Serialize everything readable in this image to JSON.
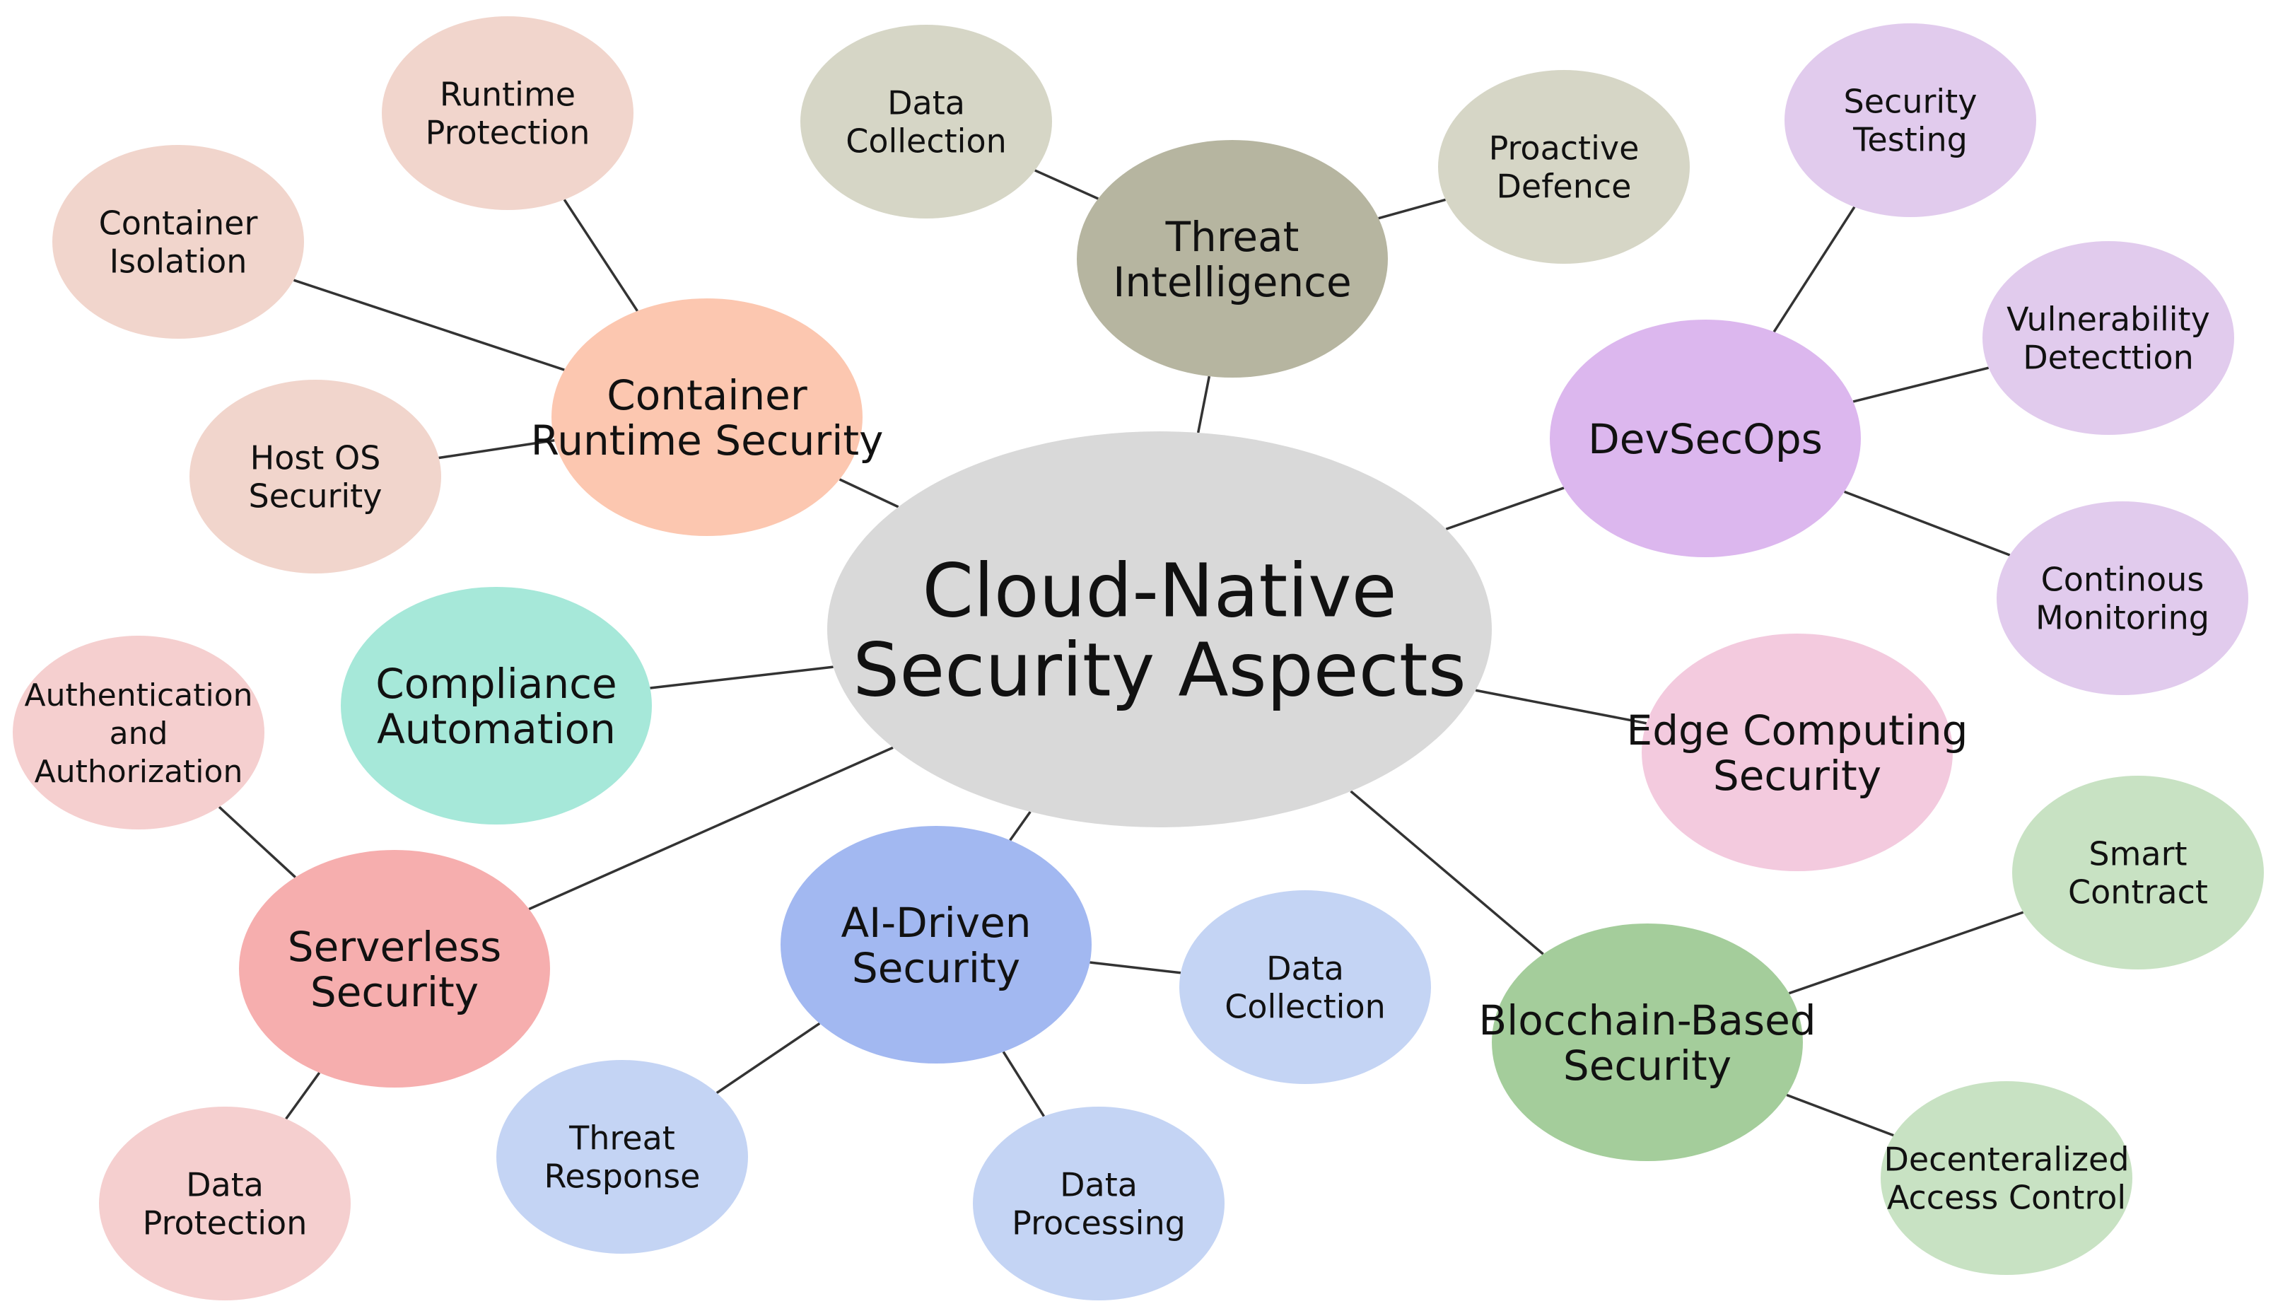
{
  "center": {
    "lines": [
      "Cloud-Native",
      "Security Aspects"
    ],
    "color": "#d9d9d9"
  },
  "branches": [
    {
      "id": "container-runtime-security",
      "lines": [
        "Container",
        "Runtime Security"
      ],
      "color": "#fcc7b0",
      "children": [
        {
          "id": "runtime-protection",
          "lines": [
            "Runtime",
            "Protection"
          ],
          "color": "#f1d5cc"
        },
        {
          "id": "container-isolation",
          "lines": [
            "Container",
            "Isolation"
          ],
          "color": "#f1d5cc"
        },
        {
          "id": "host-os-security",
          "lines": [
            "Host OS",
            "Security"
          ],
          "color": "#f1d5cc"
        }
      ]
    },
    {
      "id": "threat-intelligence",
      "lines": [
        "Threat",
        "Intelligence"
      ],
      "color": "#b6b5a0",
      "children": [
        {
          "id": "ti-data-collection",
          "lines": [
            "Data",
            "Collection"
          ],
          "color": "#d6d6c6"
        },
        {
          "id": "proactive-defence",
          "lines": [
            "Proactive",
            "Defence"
          ],
          "color": "#d6d6c6"
        }
      ]
    },
    {
      "id": "devsecops",
      "lines": [
        "DevSecOps"
      ],
      "color": "#dcb7ee",
      "children": [
        {
          "id": "security-testing",
          "lines": [
            "Security",
            "Testing"
          ],
          "color": "#e1cbed"
        },
        {
          "id": "vulnerability-detection",
          "lines": [
            "Vulnerability",
            "Detecttion"
          ],
          "color": "#e1cbed"
        },
        {
          "id": "continous-monitoring",
          "lines": [
            "Continous",
            "Monitoring"
          ],
          "color": "#e1cbed"
        }
      ]
    },
    {
      "id": "edge-computing-security",
      "lines": [
        "Edge Computing",
        "Security"
      ],
      "color": "#f3cade",
      "children": []
    },
    {
      "id": "blockchain-based-security",
      "lines": [
        "Blocchain-Based",
        "Security"
      ],
      "color": "#a4cd9b",
      "children": [
        {
          "id": "smart-contract",
          "lines": [
            "Smart",
            "Contract"
          ],
          "color": "#c8e2c3"
        },
        {
          "id": "decentralized-access-control",
          "lines": [
            "Decenteralized",
            "Access Control"
          ],
          "color": "#c8e2c3"
        }
      ]
    },
    {
      "id": "ai-driven-security",
      "lines": [
        "AI-Driven",
        "Security"
      ],
      "color": "#a2b8f1",
      "children": [
        {
          "id": "ai-data-collection",
          "lines": [
            "Data",
            "Collection"
          ],
          "color": "#c4d4f4"
        },
        {
          "id": "threat-response",
          "lines": [
            "Threat",
            "Response"
          ],
          "color": "#c4d4f4"
        },
        {
          "id": "data-processing",
          "lines": [
            "Data",
            "Processing"
          ],
          "color": "#c4d4f4"
        }
      ]
    },
    {
      "id": "serverless-security",
      "lines": [
        "Serverless",
        "Security"
      ],
      "color": "#f6aeae",
      "children": [
        {
          "id": "authentication-authorization",
          "lines": [
            "Authentication",
            "and",
            "Authorization"
          ],
          "color": "#f5cfcf"
        },
        {
          "id": "data-protection",
          "lines": [
            "Data",
            "Protection"
          ],
          "color": "#f5cfcf"
        }
      ]
    },
    {
      "id": "compliance-automation",
      "lines": [
        "Compliance",
        "Automation"
      ],
      "color": "#a6e8d9",
      "children": []
    }
  ]
}
